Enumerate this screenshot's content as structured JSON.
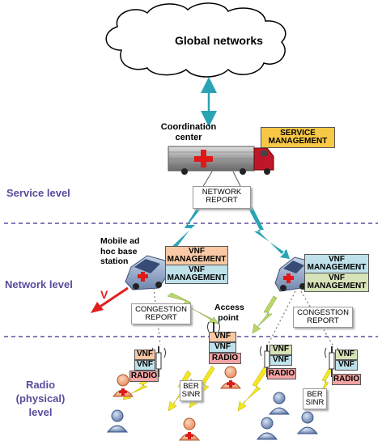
{
  "cloud": {
    "label": "Global networks"
  },
  "coordination_center": {
    "label_line1": "Coordination",
    "label_line2": "center"
  },
  "service_management": {
    "line1": "SERVICE",
    "line2": "MANAGEMENT",
    "color": "#f7c846"
  },
  "network_report": {
    "line1": "NETWORK",
    "line2": "REPORT"
  },
  "levels": {
    "service": "Service level",
    "network": "Network level",
    "radio_line1": "Radio (physical)",
    "radio_line2": "level"
  },
  "mobile_station": {
    "line1": "Mobile ad",
    "line2": "hoc base",
    "line3": "station"
  },
  "velocity_label": "V",
  "vnf_management": {
    "line1": "VNF",
    "line2": "MANAGEMENT"
  },
  "congestion_report": {
    "line1": "CONGESTION",
    "line2": "REPORT"
  },
  "access_point": {
    "line1": "Access",
    "line2": "point"
  },
  "radio_stack": {
    "vnf": "VNF",
    "radio": "RADIO"
  },
  "ber_sinr": {
    "line1": "BER",
    "line2": "SINR"
  },
  "colors": {
    "orange_vnf": "#f8c9a4",
    "blue_vnf": "#bfe1ea",
    "green_vnf": "#d6e3b8",
    "radio": "#f2a3a3",
    "level_text": "#5b4a9c",
    "lightning": "#2aa3b5",
    "arrow_red": "#e02020"
  }
}
